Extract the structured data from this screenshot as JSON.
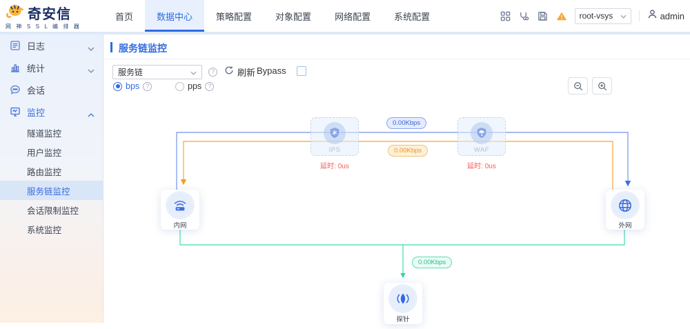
{
  "header": {
    "brand": "奇安信",
    "brand_sub": "网 神 S S L 编 排 器",
    "nav": [
      {
        "label": "首页",
        "active": false
      },
      {
        "label": "数据中心",
        "active": true
      },
      {
        "label": "策略配置",
        "active": false
      },
      {
        "label": "对象配置",
        "active": false
      },
      {
        "label": "网络配置",
        "active": false
      },
      {
        "label": "系统配置",
        "active": false
      }
    ],
    "vsys_selected": "root-vsys",
    "user": "admin"
  },
  "sidebar": {
    "items": [
      {
        "label": "日志",
        "icon": "log-icon",
        "state": "collapsed"
      },
      {
        "label": "统计",
        "icon": "stats-icon",
        "state": "collapsed"
      },
      {
        "label": "会话",
        "icon": "session-icon",
        "state": "none"
      },
      {
        "label": "监控",
        "icon": "monitor-icon",
        "state": "expanded"
      }
    ],
    "monitor_children": [
      "隧道监控",
      "用户监控",
      "路由监控",
      "服务链监控",
      "会话限制监控",
      "系统监控"
    ],
    "active_child": "服务链监控"
  },
  "main": {
    "title": "服务链监控",
    "controls": {
      "chain_select_value": "服务链",
      "refresh_label": "刷新",
      "bypass_label": "Bypass",
      "bypass_checked": false,
      "units": [
        {
          "label": "bps",
          "selected": true
        },
        {
          "label": "pps",
          "selected": false
        }
      ]
    }
  },
  "topology": {
    "nodes": [
      {
        "id": "ips",
        "label": "IPS",
        "latency": "延时: 0us"
      },
      {
        "id": "waf",
        "label": "WAF",
        "latency": "延时: 0us"
      },
      {
        "id": "lan",
        "label": "内网"
      },
      {
        "id": "wan",
        "label": "外网"
      },
      {
        "id": "probe",
        "label": "探针"
      }
    ],
    "links": [
      {
        "id": "uplink",
        "direction": "内网→外网",
        "rate": "0.00Kbps",
        "color": "#8aa4ec"
      },
      {
        "id": "downlink",
        "direction": "外网→内网",
        "rate": "0.00Kbps",
        "color": "#f5b44f"
      },
      {
        "id": "probe-link",
        "direction": "→探针",
        "rate": "0.00Kbps",
        "color": "#3fdcab"
      }
    ]
  },
  "colors": {
    "accent_blue": "#2f6be4",
    "line_blue": "#8aa4ec",
    "line_orange": "#f5b44f",
    "line_green": "#3fdcab",
    "latency_red": "#f45c5c",
    "warning_orange": "#f59a23"
  }
}
